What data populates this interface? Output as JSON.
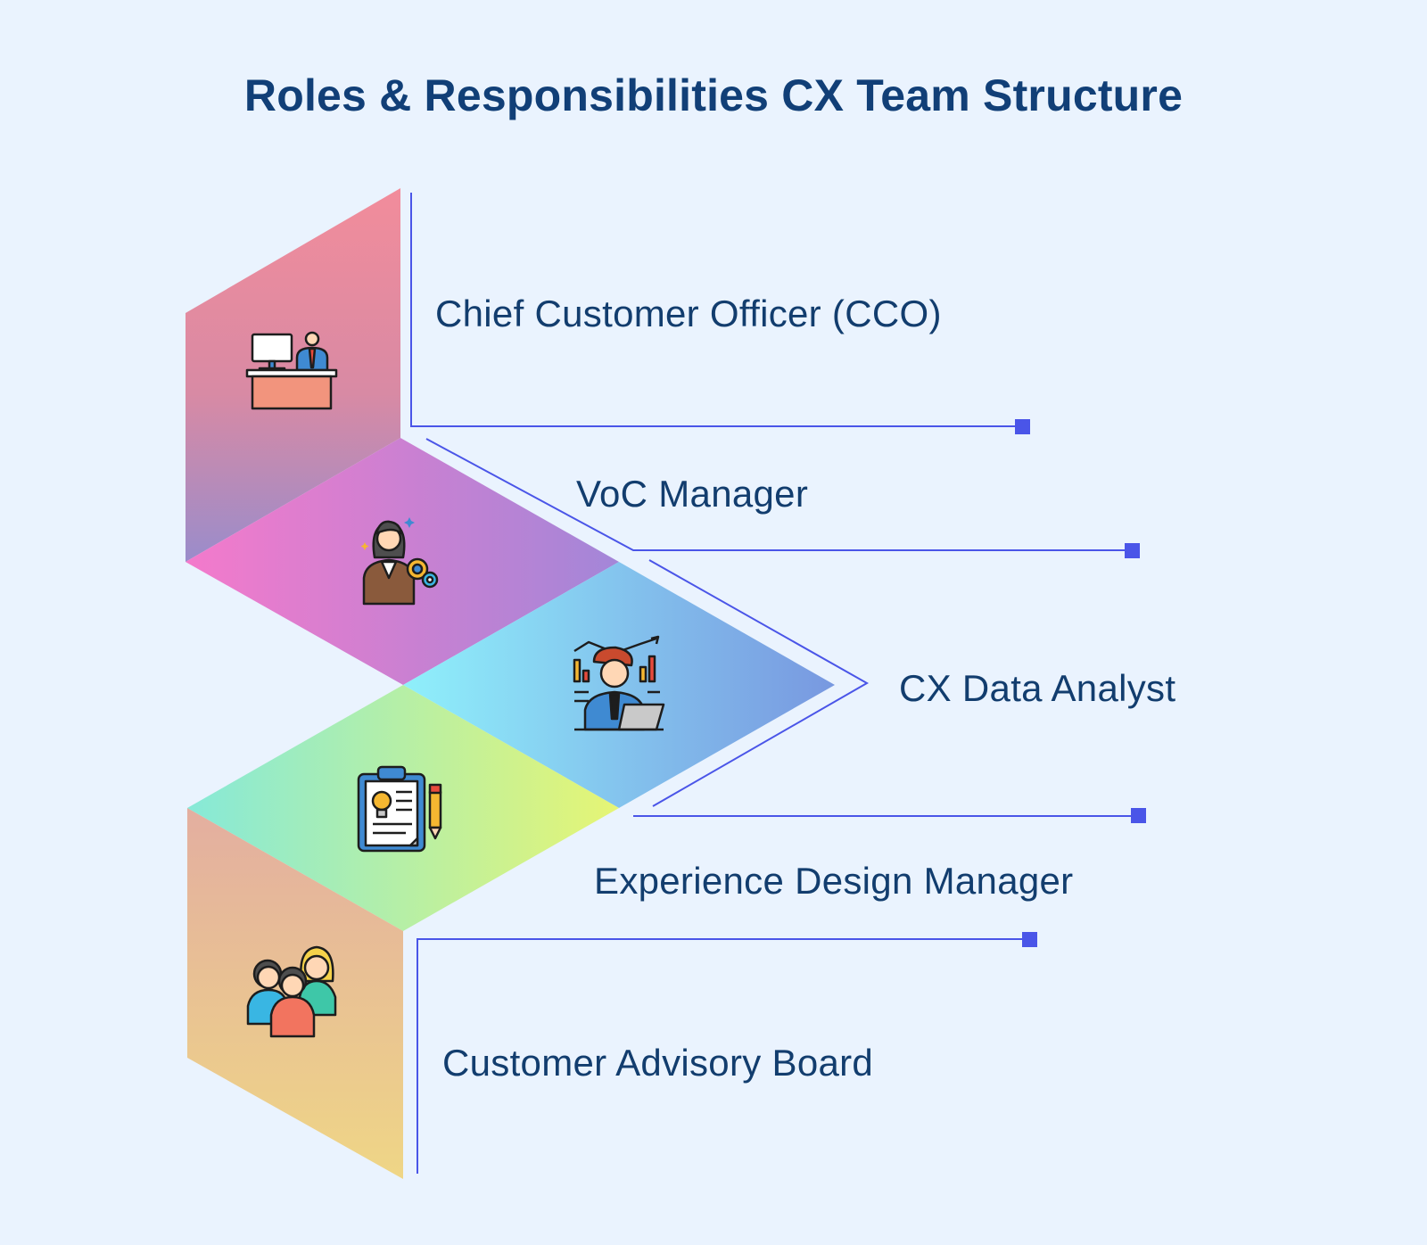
{
  "title": "Roles & Responsibilities CX Team Structure",
  "roles": [
    {
      "label": "Chief Customer Officer (CCO)",
      "icon": "desk-officer-icon"
    },
    {
      "label": "VoC Manager",
      "icon": "manager-gears-icon"
    },
    {
      "label": "CX Data Analyst",
      "icon": "data-analyst-icon"
    },
    {
      "label": "Experience Design Manager",
      "icon": "clipboard-idea-icon"
    },
    {
      "label": "Customer Advisory Board",
      "icon": "group-people-icon"
    }
  ],
  "colors": {
    "background": "#eaf3fe",
    "title": "#113f77",
    "label": "#123d6e",
    "connector": "#4a55e8"
  }
}
